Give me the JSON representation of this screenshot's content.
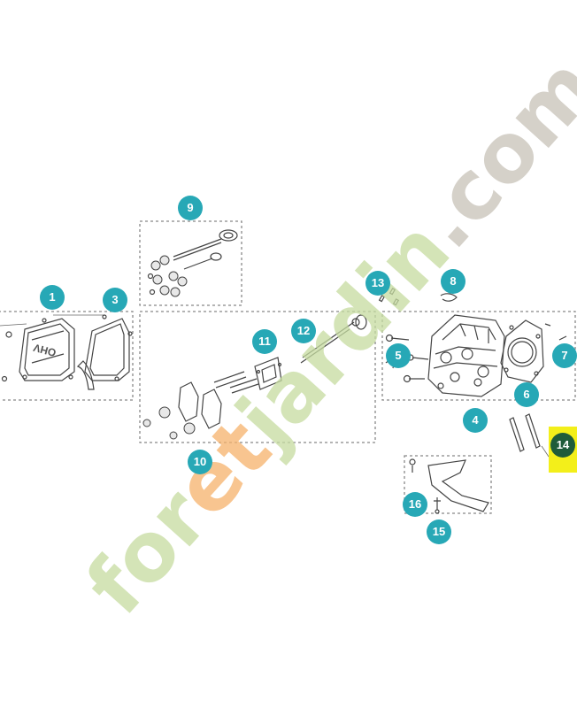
{
  "watermark": {
    "text": "foretjardin.com",
    "colors": [
      "#f6b26b",
      "#c6dca0",
      "#c7c2b8"
    ]
  },
  "callouts": [
    {
      "id": "callout-1",
      "label": "1",
      "style": "teal"
    },
    {
      "id": "callout-3",
      "label": "3",
      "style": "teal"
    },
    {
      "id": "callout-4",
      "label": "4",
      "style": "teal"
    },
    {
      "id": "callout-5",
      "label": "5",
      "style": "teal"
    },
    {
      "id": "callout-6",
      "label": "6",
      "style": "teal"
    },
    {
      "id": "callout-7",
      "label": "7",
      "style": "teal"
    },
    {
      "id": "callout-8",
      "label": "8",
      "style": "teal"
    },
    {
      "id": "callout-9",
      "label": "9",
      "style": "teal"
    },
    {
      "id": "callout-10",
      "label": "10",
      "style": "teal"
    },
    {
      "id": "callout-11",
      "label": "11",
      "style": "teal"
    },
    {
      "id": "callout-12",
      "label": "12",
      "style": "teal"
    },
    {
      "id": "callout-13",
      "label": "13",
      "style": "teal"
    },
    {
      "id": "callout-14",
      "label": "14",
      "style": "dark",
      "highlight": "#f3ef1a"
    },
    {
      "id": "callout-15",
      "label": "15",
      "style": "teal"
    },
    {
      "id": "callout-16",
      "label": "16",
      "style": "teal"
    }
  ],
  "parts": {
    "valve_cover_text": "OHV"
  },
  "colors": {
    "callout": "#27a8b6",
    "callout_selected": "#1f5c3a",
    "highlight": "#f3ef1a",
    "line": "#444444"
  }
}
